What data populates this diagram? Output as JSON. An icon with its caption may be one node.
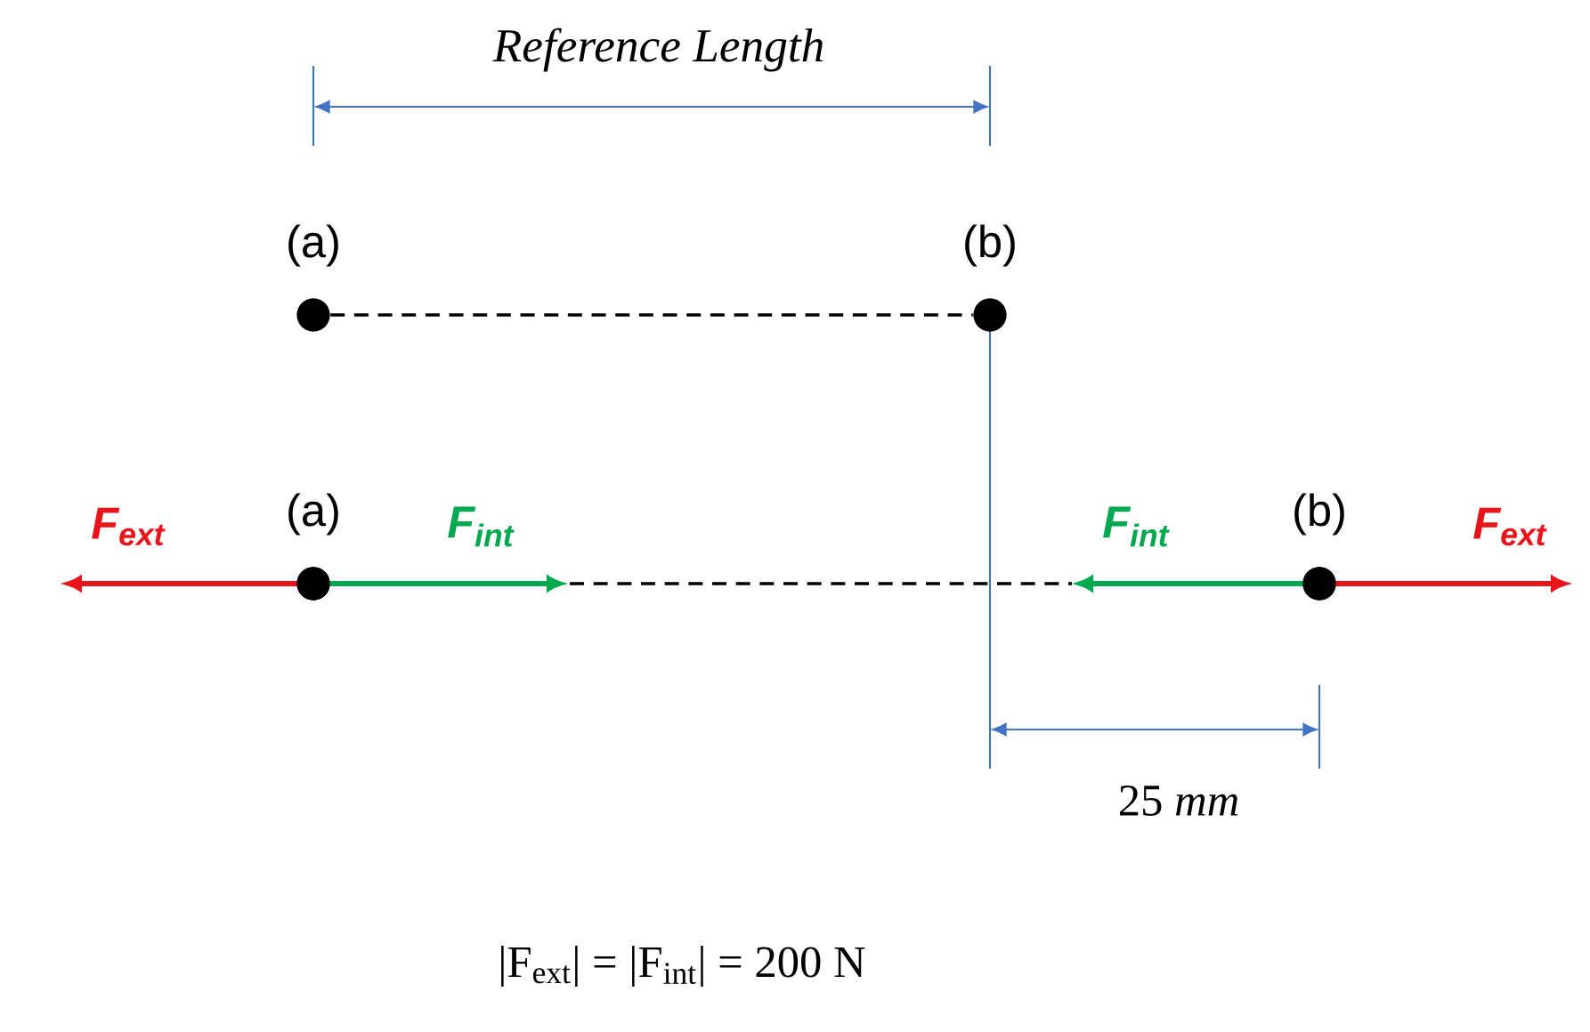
{
  "diagram": {
    "nodes": [
      {
        "text": [],
        "shape": "circle",
        "beside": [
          "(a)"
        ]
      },
      {
        "text": [],
        "shape": "circle",
        "beside": [
          "(b)"
        ]
      },
      {
        "text": [],
        "shape": "circle",
        "beside": [
          "(a)"
        ]
      },
      {
        "text": [],
        "shape": "circle",
        "beside": [
          "(b)"
        ]
      }
    ],
    "edges": [
      {
        "from": 0,
        "to": 1,
        "arrow": "none",
        "style": "dashed"
      }
    ],
    "labels": [
      "Reference Length",
      "F$_{ext}$",
      "F$_{int}$",
      "F$_{int}$",
      "F$_{ext}$",
      "25 *mm*",
      "|F$_{ext}$| = |F$_{int}$| = 200 N"
    ]
  }
}
